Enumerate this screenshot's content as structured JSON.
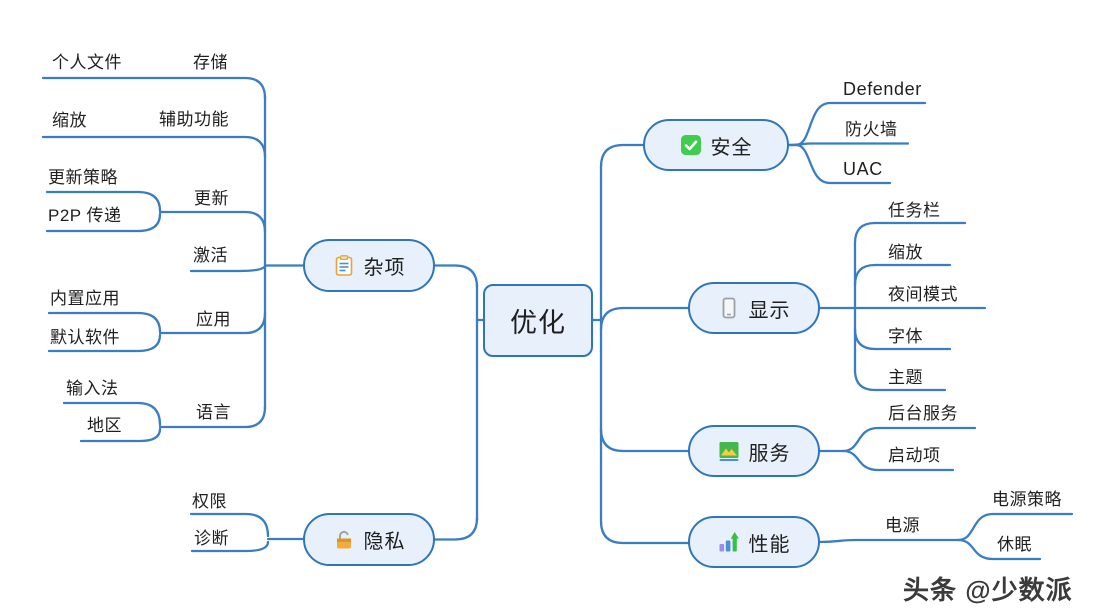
{
  "root": {
    "label": "优化"
  },
  "left": [
    {
      "label": "杂项",
      "icon": "clipboard-icon",
      "children": [
        {
          "label": "存储",
          "children": [
            {
              "label": "个人文件"
            }
          ]
        },
        {
          "label": "辅助功能",
          "children": [
            {
              "label": "缩放"
            }
          ]
        },
        {
          "label": "更新",
          "children": [
            {
              "label": "更新策略"
            },
            {
              "label": "P2P 传递"
            }
          ]
        },
        {
          "label": "激活",
          "children": []
        },
        {
          "label": "应用",
          "children": [
            {
              "label": "内置应用"
            },
            {
              "label": "默认软件"
            }
          ]
        },
        {
          "label": "语言",
          "children": [
            {
              "label": "输入法"
            },
            {
              "label": "地区"
            }
          ]
        }
      ]
    },
    {
      "label": "隐私",
      "icon": "unlock-icon",
      "children": [
        {
          "label": "权限"
        },
        {
          "label": "诊断"
        }
      ]
    }
  ],
  "right": [
    {
      "label": "安全",
      "icon": "checkbox-icon",
      "children": [
        {
          "label": "Defender"
        },
        {
          "label": "防火墙"
        },
        {
          "label": "UAC"
        }
      ]
    },
    {
      "label": "显示",
      "icon": "smartphone-icon",
      "children": [
        {
          "label": "任务栏"
        },
        {
          "label": "缩放"
        },
        {
          "label": "夜间模式"
        },
        {
          "label": "字体"
        },
        {
          "label": "主题"
        }
      ]
    },
    {
      "label": "服务",
      "icon": "picture-icon",
      "children": [
        {
          "label": "后台服务"
        },
        {
          "label": "启动项"
        }
      ]
    },
    {
      "label": "性能",
      "icon": "bar-chart-icon",
      "children": [
        {
          "label": "电源",
          "children": [
            {
              "label": "电源策略"
            },
            {
              "label": "休眠"
            }
          ]
        }
      ]
    }
  ],
  "watermark": "头条 @少数派",
  "colors": {
    "line": "#3a7dc4",
    "node_fill": "#e8f1fb",
    "node_border": "#2e76bb",
    "text": "#1f1f1f",
    "check_green": "#3fcc4f",
    "clipboard_orange": "#e8a33d",
    "lock_orange": "#f3ab3b",
    "background": "#ffffff"
  }
}
